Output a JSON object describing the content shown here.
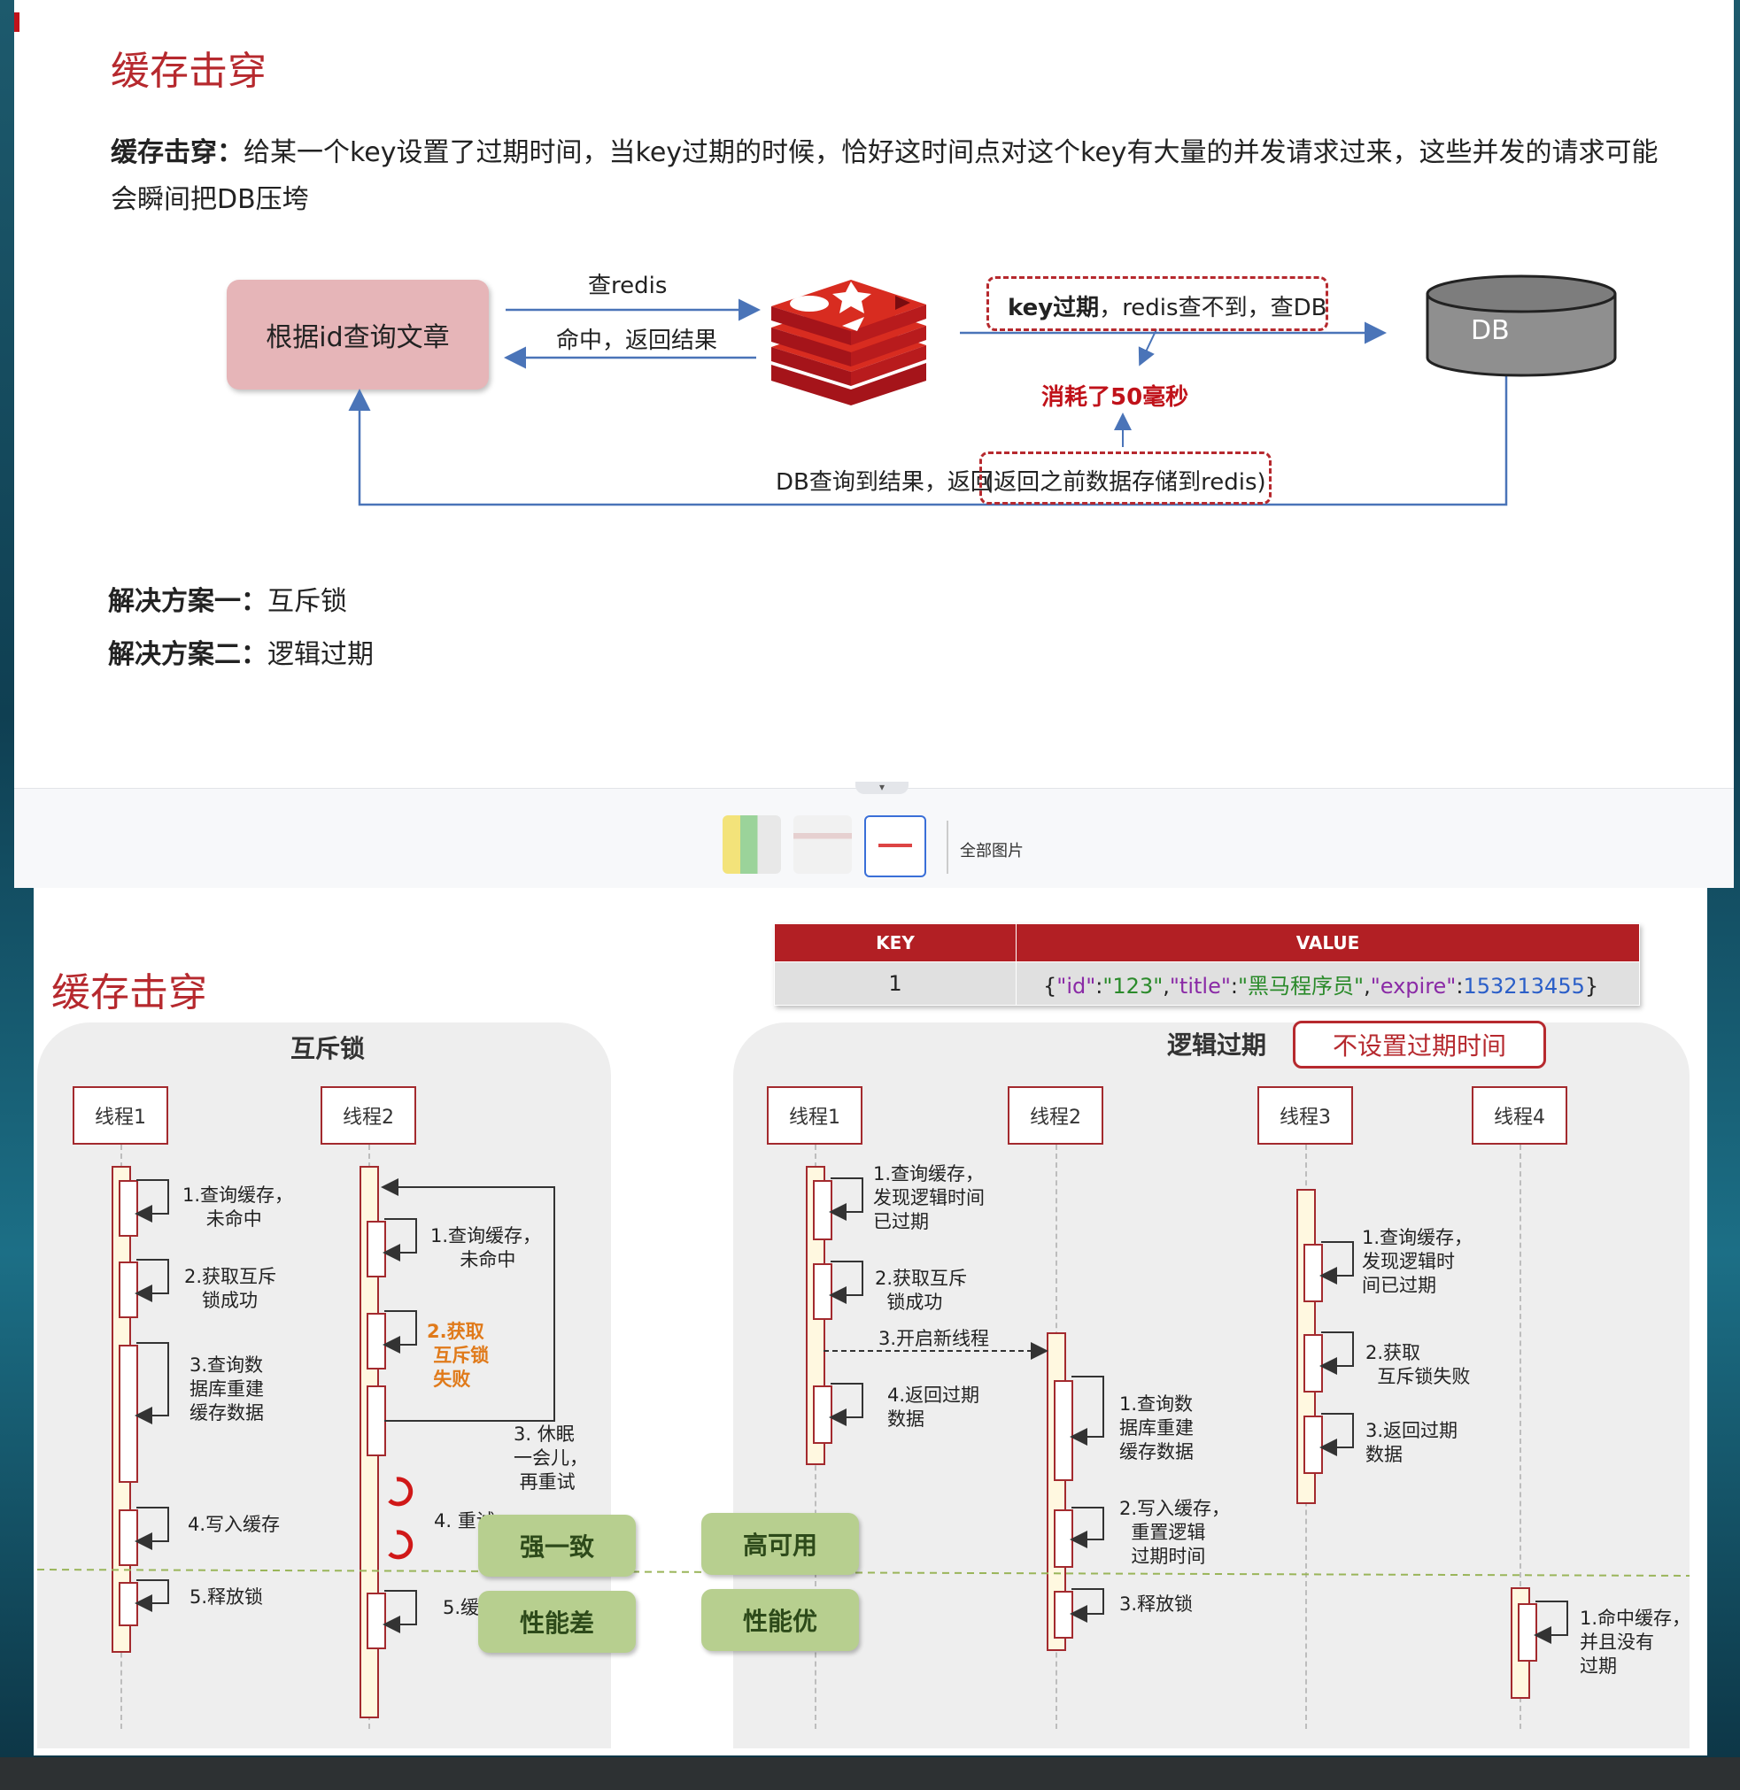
{
  "slide1": {
    "title": "缓存击穿",
    "definition_bold": "缓存击穿：",
    "definition_text": "给某一个key设置了过期时间，当key过期的时候，恰好这时间点对这个key有大量的并发请求过来，这些并发的请求可能会瞬间把DB压垮",
    "diagram": {
      "query_box": "根据id查询文章",
      "arrow_to_redis": "查redis",
      "arrow_back": "命中，返回结果",
      "key_expire_bold": "key过期",
      "key_expire_rest": "，redis查不到，查DB",
      "db_label": "DB",
      "time_cost": "消耗了50毫秒",
      "db_return": "DB查询到结果，返回",
      "store_note": "(返回之前数据存储到redis)"
    },
    "solution1_label": "解决方案一：",
    "solution1_value": "互斥锁",
    "solution2_label": "解决方案二：",
    "solution2_value": "逻辑过期"
  },
  "toolbar": {
    "all_pictures": "全部图片",
    "collapse_icon": "chevron-down-icon"
  },
  "slide2": {
    "title": "缓存击穿",
    "table": {
      "headers": [
        "KEY",
        "VALUE"
      ],
      "row_key": "1",
      "value_parts": {
        "p1": "{",
        "k1": "\"id\"",
        "c1": ":",
        "v1": "\"123\"",
        "s1": ",",
        "k2": "\"title\"",
        "c2": ":",
        "v2": "\"黑马程序员\"",
        "s2": ",",
        "k3": "\"expire\"",
        "c3": ":",
        "v3": "153213455",
        "p2": "}"
      }
    },
    "mutex": {
      "title": "互斥锁",
      "thread1": "线程1",
      "thread2": "线程2",
      "t1_steps": [
        "1.查询缓存，\n    未命中",
        "2.获取互斥\n   锁成功",
        "3.查询数\n据库重建\n缓存数据",
        "4.写入缓存",
        "5.释放锁"
      ],
      "t2_steps": [
        "1.查询缓存，\n     未命中",
        "2.获取\n 互斥锁\n 失败",
        "3. 休眠\n一会儿，\n 再重试",
        "4. 重试",
        "5.缓"
      ]
    },
    "logic": {
      "title": "逻辑过期",
      "no_expire": "不设置过期时间",
      "thread1": "线程1",
      "thread2": "线程2",
      "thread3": "线程3",
      "thread4": "线程4",
      "t1_steps": [
        "1.查询缓存，\n发现逻辑时间\n已过期",
        "2.获取互斥\n  锁成功",
        "3.开启新线程",
        "4.返回过期\n数据"
      ],
      "t2_steps": [
        "1.查询数\n据库重建\n缓存数据",
        "2.写入缓存，\n  重置逻辑\n  过期时间",
        "3.释放锁"
      ],
      "t3_steps": [
        "1.查询缓存，\n发现逻辑时\n间已过期",
        "2.获取\n  互斥锁失败",
        "3.返回过期\n数据"
      ],
      "t4_steps": [
        "1.命中缓存，\n并且没有\n过期"
      ]
    },
    "badges": {
      "strong_consistency": "强一致",
      "poor_performance": "性能差",
      "high_availability": "高可用",
      "good_performance": "性能优"
    }
  },
  "colors": {
    "accent_red": "#b6292e",
    "badge_green": "#b7cf8f",
    "table_header": "#b21f24"
  }
}
